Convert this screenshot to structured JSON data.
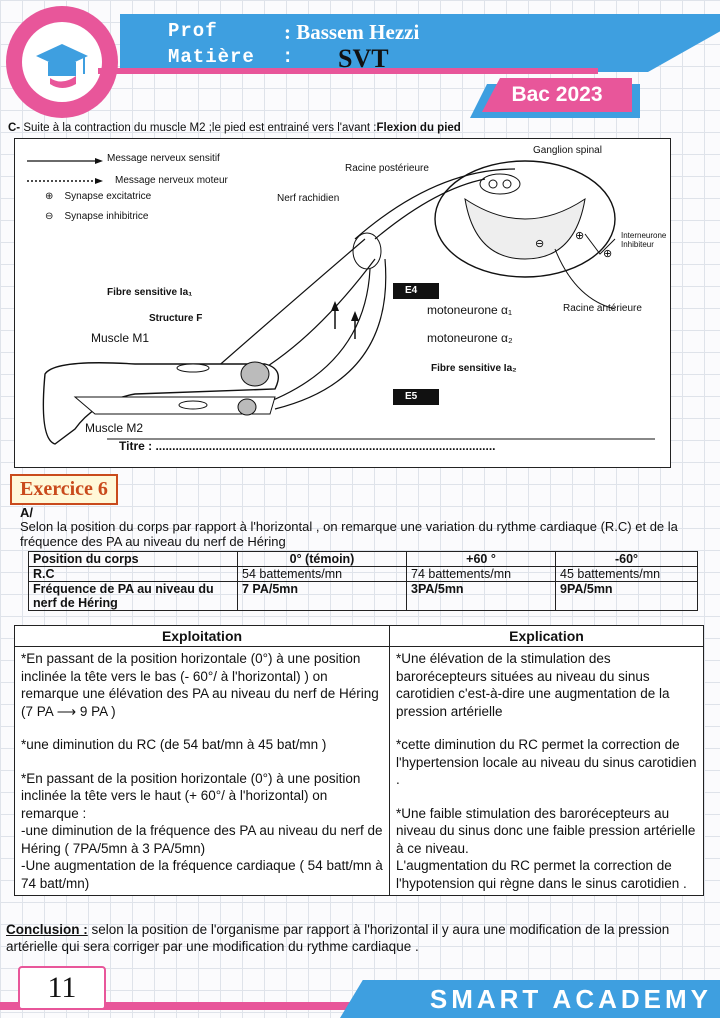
{
  "header": {
    "prof_label": "Prof",
    "prof_value": ": Bassem Hezzi",
    "matiere_label": "Matière",
    "matiere_value": "SVT",
    "matiere_colon": ":",
    "bac": "Bac 2023"
  },
  "logo": {
    "text": "SMART ACADEMY",
    "icon": "graduation-cap-icon"
  },
  "section_c": {
    "label": "C-",
    "text": "Suite à la contraction du muscle M2 ;le pied est entrainé vers l'avant :",
    "bold": "Flexion du pied"
  },
  "diagram": {
    "legend": {
      "sensory": "Message nerveux sensitif",
      "motor": "Message nerveux moteur",
      "excitatory": "Synapse excitatrice",
      "inhibitory": "Synapse inhibitrice"
    },
    "labels": {
      "racine_post": "Racine postérieure",
      "ganglion": "Ganglion spinal",
      "nerf": "Nerf rachidien",
      "interneurone": "Interneurone Inhibiteur",
      "fibre_ia1": "Fibre sensitive Ia₁",
      "e4": "E4",
      "structure_f": "Structure F",
      "moto_a1": "motoneurone α₁",
      "racine_ant": "Racine antérieure",
      "muscle_m1": "Muscle M1",
      "moto_a2": "motoneurone α₂",
      "fibre_ia2": "Fibre sensitive Ia₂",
      "e5": "E5",
      "muscle_m2": "Muscle M2",
      "titre": "Titre : ......................................................................................................"
    }
  },
  "exercise": {
    "title": "Exercice 6",
    "part": "A/",
    "intro": "Selon la position du corps par rapport à l'horizontal , on remarque une variation du rythme cardiaque (R.C) et de la fréquence des PA au niveau du nerf de Héring",
    "table": {
      "headers": [
        "Position du corps",
        "0° (témoin)",
        "+60 °",
        "-60°"
      ],
      "rows": [
        [
          "R.C",
          "54 battements/mn",
          "74 battements/mn",
          "45 battements/mn"
        ],
        [
          "Fréquence de PA au niveau du nerf  de Héring",
          "7 PA/5mn",
          "3PA/5mn",
          "9PA/5mn"
        ]
      ]
    },
    "analysis": {
      "headers": [
        "Exploitation",
        "Explication"
      ],
      "exploitation": [
        "*En passant de la position horizontale (0°) à une position inclinée la tête vers le bas (- 60°/ à l'horizontal) ) on remarque une élévation des PA au niveau du nerf de Héring (7 PA ⟶ 9 PA )",
        "*une diminution du RC (de 54 bat/mn à 45 bat/mn )",
        "*En passant de la position horizontale (0°) à une position inclinée la tête vers le haut  (+ 60°/ à l'horizontal) on remarque :",
        "-une diminution de la fréquence des PA au niveau du nerf de Héring ( 7PA/5mn à 3 PA/5mn)",
        "-Une augmentation de la fréquence cardiaque ( 54 batt/mn à 74 batt/mn)"
      ],
      "explication": [
        "*Une élévation de la stimulation des barorécepteurs situées au niveau du sinus carotidien c'est-à-dire une augmentation de la pression artérielle",
        "*cette diminution du RC permet la correction de l'hypertension locale au niveau du sinus carotidien .",
        "*Une faible stimulation des barorécepteurs au niveau du sinus donc une faible pression artérielle à ce niveau.",
        "L'augmentation du RC permet la correction de l'hypotension qui règne dans le sinus carotidien ."
      ]
    },
    "conclusion_label": "Conclusion :",
    "conclusion_text": " selon la position de l'organisme par rapport à l'horizontal il y aura une modification de la pression artérielle qui sera corriger par une modification du rythme cardiaque ."
  },
  "footer": {
    "page": "11",
    "brand": "SMART ACADEMY"
  },
  "colors": {
    "blue": "#3e9fe0",
    "pink": "#e8569a",
    "exo": "#c94a1c"
  }
}
